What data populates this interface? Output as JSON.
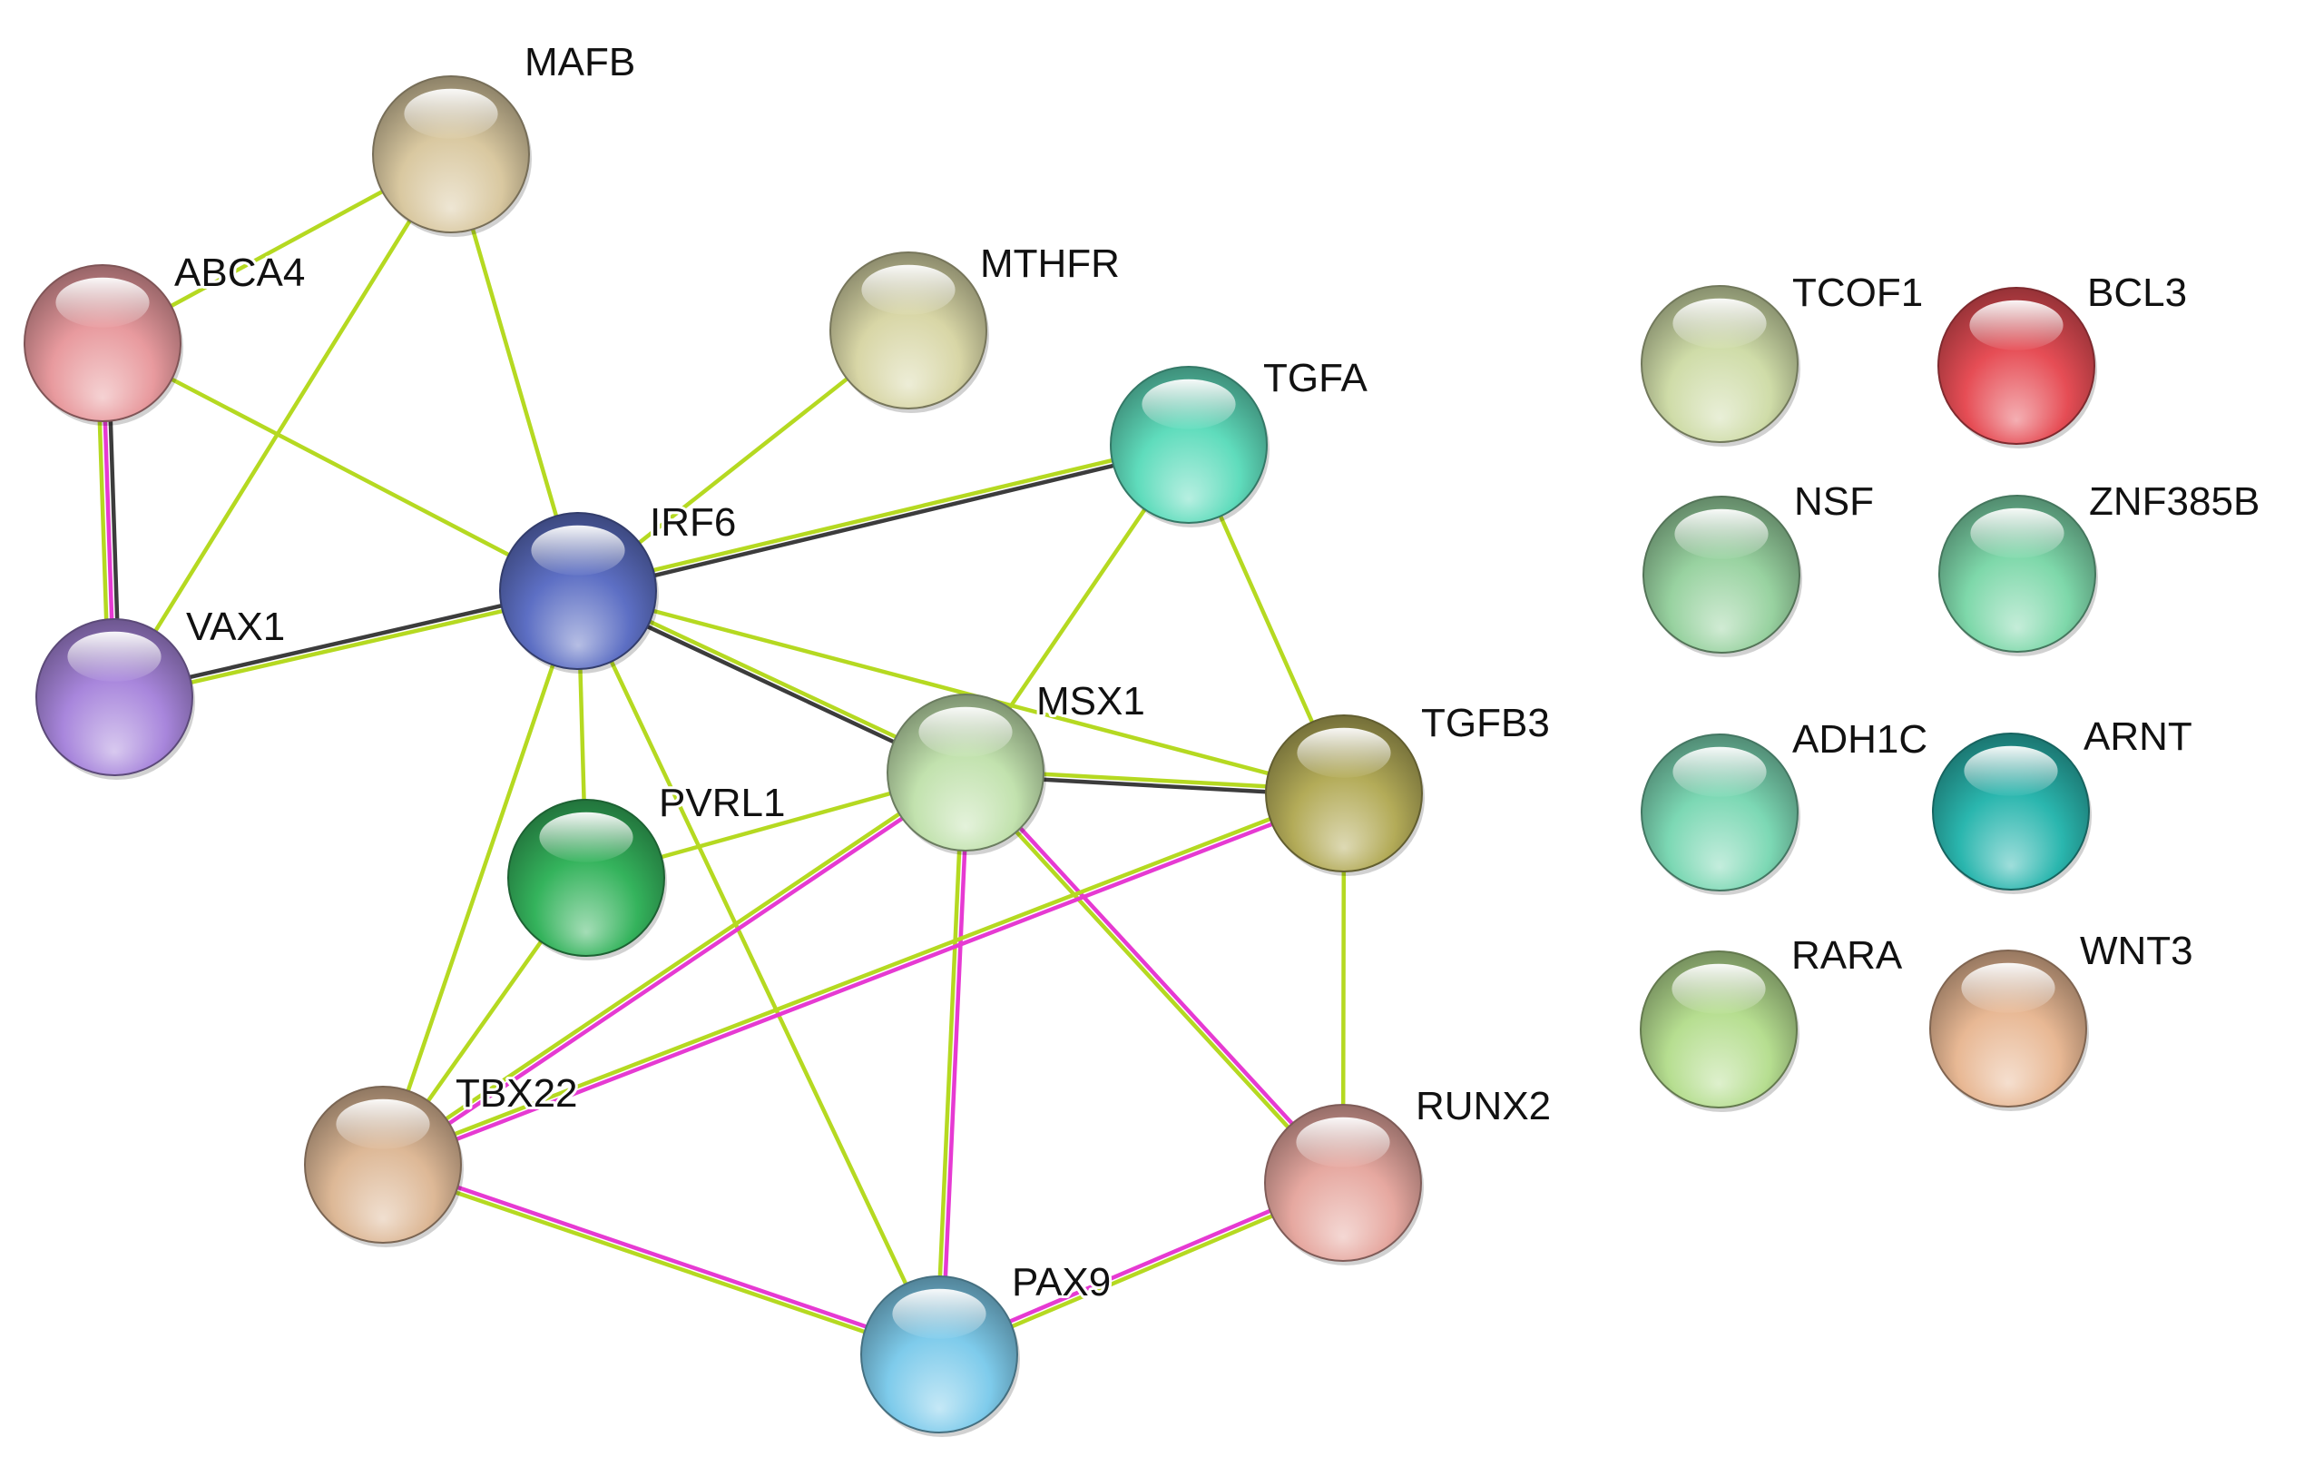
{
  "nodes": [
    {
      "id": "MAFB",
      "label": "MAFB",
      "color": "#d9c8a0"
    },
    {
      "id": "ABCA4",
      "label": "ABCA4",
      "color": "#e89a9e"
    },
    {
      "id": "MTHFR",
      "label": "MTHFR",
      "color": "#d8d6a6"
    },
    {
      "id": "TGFA",
      "label": "TGFA",
      "color": "#5fdcbc"
    },
    {
      "id": "IRF6",
      "label": "IRF6",
      "color": "#5d6fc4"
    },
    {
      "id": "VAX1",
      "label": "VAX1",
      "color": "#a886dc"
    },
    {
      "id": "MSX1",
      "label": "MSX1",
      "color": "#c2e2ae"
    },
    {
      "id": "TGFB3",
      "label": "TGFB3",
      "color": "#b3ab58"
    },
    {
      "id": "PVRL1",
      "label": "PVRL1",
      "color": "#34b35c"
    },
    {
      "id": "TBX22",
      "label": "TBX22",
      "color": "#ddb896"
    },
    {
      "id": "RUNX2",
      "label": "RUNX2",
      "color": "#e6a8a0"
    },
    {
      "id": "PAX9",
      "label": "PAX9",
      "color": "#7ecbeb"
    },
    {
      "id": "TCOF1",
      "label": "TCOF1",
      "color": "#cfdca8"
    },
    {
      "id": "BCL3",
      "label": "BCL3",
      "color": "#e64d55"
    },
    {
      "id": "NSF",
      "label": "NSF",
      "color": "#98d2a0"
    },
    {
      "id": "ZNF385B",
      "label": "ZNF385B",
      "color": "#7ed8aa"
    },
    {
      "id": "ADH1C",
      "label": "ADH1C",
      "color": "#7cd8b4"
    },
    {
      "id": "ARNT",
      "label": "ARNT",
      "color": "#2ab6ae"
    },
    {
      "id": "RARA",
      "label": "RARA",
      "color": "#b6de90"
    },
    {
      "id": "WNT3",
      "label": "WNT3",
      "color": "#e8b894"
    }
  ],
  "edges": [
    {
      "source": "MAFB",
      "target": "ABCA4",
      "types": [
        "textmining"
      ]
    },
    {
      "source": "MAFB",
      "target": "VAX1",
      "types": [
        "textmining"
      ]
    },
    {
      "source": "MAFB",
      "target": "IRF6",
      "types": [
        "textmining"
      ]
    },
    {
      "source": "ABCA4",
      "target": "IRF6",
      "types": [
        "textmining"
      ]
    },
    {
      "source": "ABCA4",
      "target": "VAX1",
      "types": [
        "coexpression",
        "experimental",
        "textmining"
      ]
    },
    {
      "source": "MTHFR",
      "target": "IRF6",
      "types": [
        "textmining"
      ]
    },
    {
      "source": "IRF6",
      "target": "TGFA",
      "types": [
        "textmining",
        "coexpression"
      ]
    },
    {
      "source": "IRF6",
      "target": "VAX1",
      "types": [
        "textmining",
        "coexpression"
      ]
    },
    {
      "source": "IRF6",
      "target": "MSX1",
      "types": [
        "textmining",
        "coexpression"
      ]
    },
    {
      "source": "IRF6",
      "target": "TGFB3",
      "types": [
        "textmining"
      ]
    },
    {
      "source": "IRF6",
      "target": "PVRL1",
      "types": [
        "textmining"
      ]
    },
    {
      "source": "IRF6",
      "target": "TBX22",
      "types": [
        "textmining"
      ]
    },
    {
      "source": "IRF6",
      "target": "PAX9",
      "types": [
        "textmining"
      ]
    },
    {
      "source": "TGFA",
      "target": "MSX1",
      "types": [
        "textmining"
      ]
    },
    {
      "source": "TGFA",
      "target": "TGFB3",
      "types": [
        "textmining"
      ]
    },
    {
      "source": "MSX1",
      "target": "TGFB3",
      "types": [
        "textmining",
        "coexpression"
      ]
    },
    {
      "source": "MSX1",
      "target": "PVRL1",
      "types": [
        "textmining"
      ]
    },
    {
      "source": "MSX1",
      "target": "TBX22",
      "types": [
        "experimental",
        "textmining"
      ]
    },
    {
      "source": "MSX1",
      "target": "PAX9",
      "types": [
        "experimental",
        "textmining"
      ]
    },
    {
      "source": "MSX1",
      "target": "RUNX2",
      "types": [
        "experimental",
        "textmining"
      ]
    },
    {
      "source": "TGFB3",
      "target": "TBX22",
      "types": [
        "experimental",
        "textmining"
      ]
    },
    {
      "source": "TGFB3",
      "target": "RUNX2",
      "types": [
        "textmining"
      ]
    },
    {
      "source": "PVRL1",
      "target": "TBX22",
      "types": [
        "textmining"
      ]
    },
    {
      "source": "TBX22",
      "target": "PAX9",
      "types": [
        "experimental",
        "textmining"
      ]
    },
    {
      "source": "PAX9",
      "target": "RUNX2",
      "types": [
        "experimental",
        "textmining"
      ]
    }
  ],
  "edge_colors": {
    "textmining": "#b5d921",
    "coexpression": "#3c3c3c",
    "experimental": "#e63ad2"
  }
}
